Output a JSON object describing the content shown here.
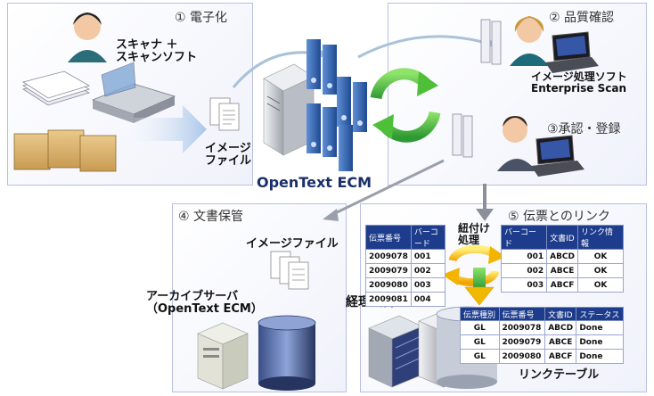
{
  "steps": {
    "s1": "① 電子化",
    "s2": "② 品質確認",
    "s3": "③承認・登録",
    "s4": "④ 文書保管",
    "s5": "⑤ 伝票とのリンク"
  },
  "labels": {
    "scanner_line1": "スキャナ ＋",
    "scanner_line2": "スキャンソフト",
    "image_file_line1": "イメージ",
    "image_file_line2": "ファイル",
    "ecm": "OpenText ECM",
    "image_software_line1": "イメージ処理ソフト",
    "image_software_line2": "Enterprise Scan",
    "image_file_archive": "イメージファイル",
    "archive_server_line1": "アーカイブサーバ",
    "archive_server_line2": "（OpenText ECM）",
    "link_process_line1": "紐付け",
    "link_process_line2": "処理",
    "accounting_system": "経理会計システム",
    "link_table": "リンクテーブル"
  },
  "voucher_table": {
    "headers": [
      "伝票番号",
      "バーコード"
    ],
    "rows": [
      [
        "2009078",
        "001"
      ],
      [
        "2009079",
        "002"
      ],
      [
        "2009080",
        "003"
      ],
      [
        "2009081",
        "004"
      ]
    ]
  },
  "barcode_table": {
    "headers": [
      "バーコード",
      "文書ID",
      "リンク情報"
    ],
    "rows": [
      [
        "001",
        "ABCD",
        "OK"
      ],
      [
        "002",
        "ABCE",
        "OK"
      ],
      [
        "003",
        "ABCF",
        "OK"
      ]
    ]
  },
  "link_table": {
    "headers": [
      "伝票種別",
      "伝票番号",
      "文書ID",
      "ステータス"
    ],
    "rows": [
      [
        "GL",
        "2009078",
        "ABCD",
        "Done"
      ],
      [
        "GL",
        "2009079",
        "ABCE",
        "Done"
      ],
      [
        "GL",
        "2009080",
        "ABCF",
        "Done"
      ]
    ]
  },
  "colors": {
    "panel_border": "#b8c0e0",
    "table_header": "#1e3c8c",
    "binder_blue": "#2f5fa8",
    "recycle_green": "#3cb44a",
    "arrow_gray": "#8a8f9a",
    "arrow_yellow": "#f5a800"
  }
}
